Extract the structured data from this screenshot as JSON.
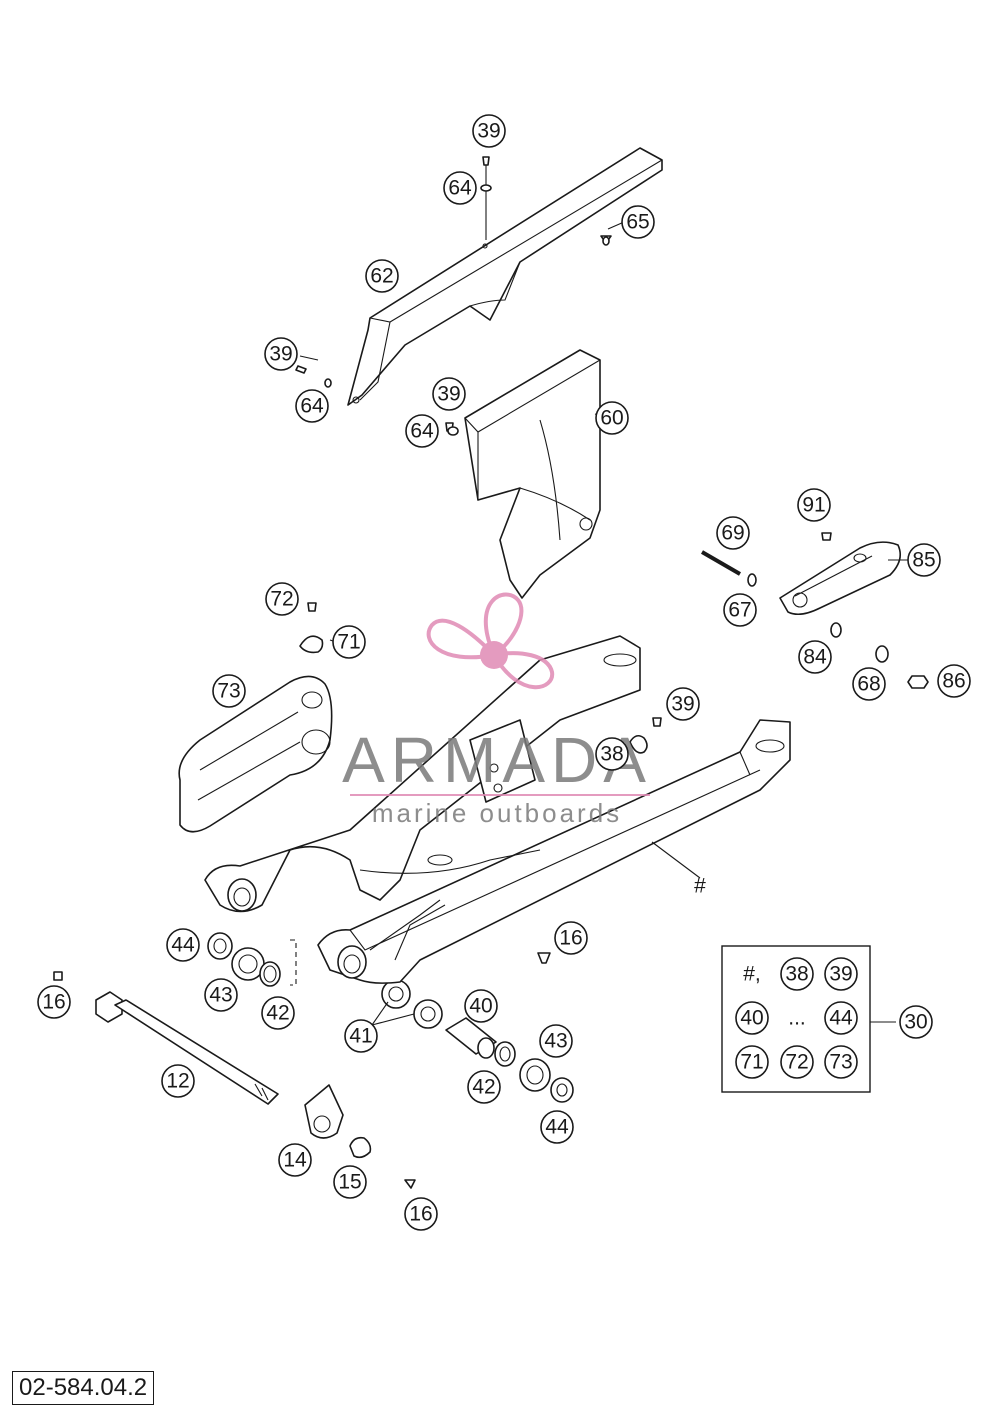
{
  "drawing_number": "02-584.04.2",
  "watermark": {
    "brand": "ARMADA",
    "tagline": "marine outboards",
    "color": "#e08ab4",
    "text_color": "#7a7a7a"
  },
  "callouts": [
    "39",
    "64",
    "65",
    "62",
    "39",
    "64",
    "39",
    "64",
    "60",
    "91",
    "69",
    "85",
    "67",
    "72",
    "71",
    "84",
    "68",
    "86",
    "73",
    "39",
    "38",
    "#",
    "16",
    "44",
    "43",
    "42",
    "16",
    "41",
    "40",
    "43",
    "42",
    "44",
    "12",
    "14",
    "15",
    "16",
    "30"
  ],
  "kit": {
    "label": "30",
    "contents_row1": [
      "#,",
      "38",
      "39"
    ],
    "contents_row2": [
      "40",
      "...",
      "44"
    ],
    "contents_row3": [
      "71",
      "72",
      "73"
    ]
  },
  "parts": {
    "chain_guard_upper": "62",
    "chain_guard_lower": "60",
    "chain_slider": "73",
    "chain_guide": "85",
    "swingarm": "#",
    "swingarm_bolt": "12"
  }
}
